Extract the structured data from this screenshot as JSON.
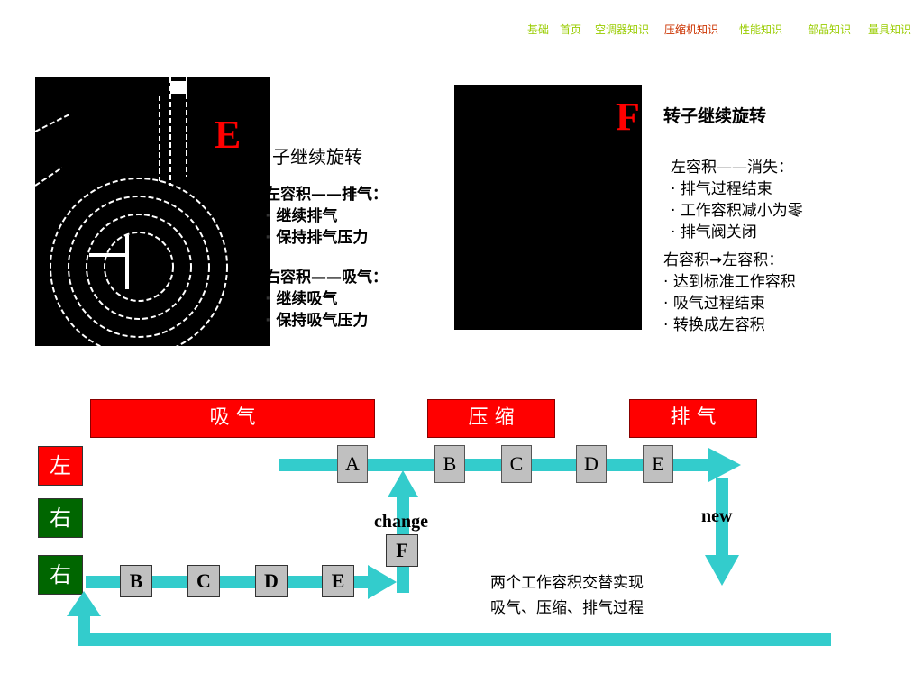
{
  "nav": {
    "items": [
      "基础",
      "首页",
      "空调器知识",
      "压缩机知识",
      "性能知识",
      "部品知识",
      "量具知识"
    ],
    "active_index": 3
  },
  "panel_e": {
    "letter": "E",
    "title": "子继续旋转",
    "left_header": "左容积——排气：",
    "left_items": [
      "继续排气",
      "保持排气压力"
    ],
    "right_header": "右容积——吸气：",
    "right_items": [
      "继续吸气",
      "保持吸气压力"
    ]
  },
  "panel_f": {
    "letter": "F",
    "title": "转子继续旋转",
    "left_header": "左容积——消失：",
    "left_items": [
      "排气过程结束",
      "工作容积减小为零",
      "排气阀关闭"
    ],
    "right_header": "右容积➞左容积：",
    "right_items": [
      "达到标准工作容积",
      "吸气过程结束",
      "转换成左容积"
    ]
  },
  "stages": [
    "吸 气",
    "压 缩",
    "排 气"
  ],
  "side_labels": [
    "左",
    "右",
    "右"
  ],
  "colors": {
    "stage": "#ff0000",
    "left": "#ff0000",
    "right": "#006600",
    "arrow": "#33cccc",
    "box": "#c0c0c0"
  },
  "top_track": [
    "A",
    "B",
    "C",
    "D",
    "E"
  ],
  "bottom_track": [
    "B",
    "C",
    "D",
    "E"
  ],
  "switch_box": "F",
  "change_label": "change",
  "new_label": "new",
  "caption": [
    "两个工作容积交替实现",
    "吸气、压缩、排气过程"
  ]
}
